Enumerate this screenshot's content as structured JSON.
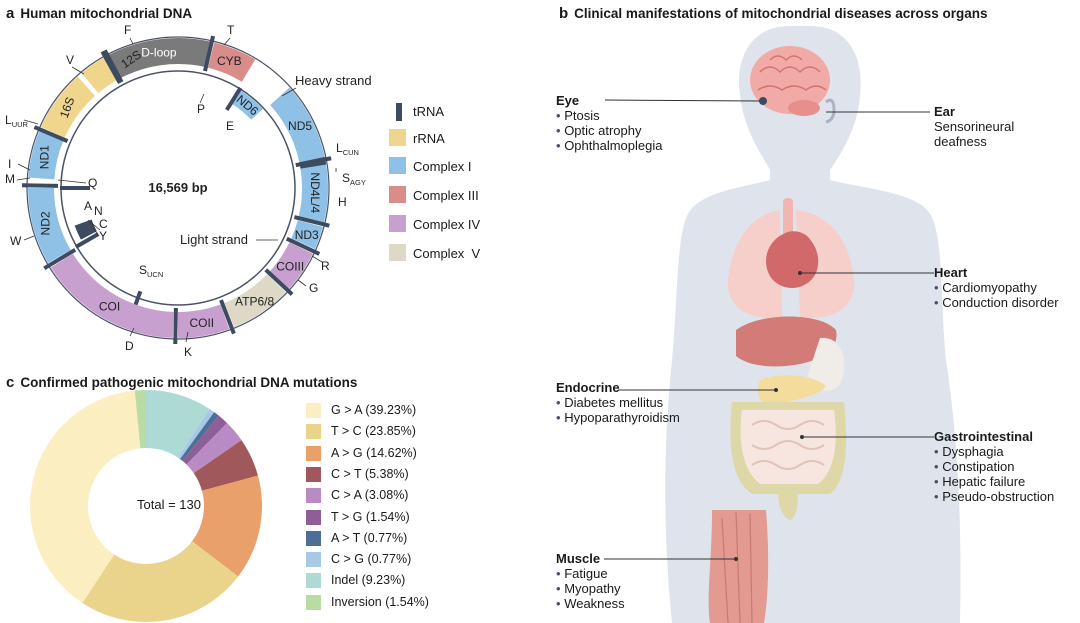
{
  "panel_a": {
    "letter": "a",
    "title": "Human mitochondrial DNA",
    "center_label": "16,569 bp",
    "heavy_strand_label": "Heavy strand",
    "light_strand_label": "Light strand",
    "outer_ring": [
      {
        "label": "D-loop",
        "type": "control"
      },
      {
        "label": "CYB",
        "type": "complex3"
      },
      {
        "label": "ND5",
        "type": "complex1"
      },
      {
        "label": "ND4L/4",
        "type": "complex1"
      },
      {
        "label": "ND3",
        "type": "complex1"
      },
      {
        "label": "COIII",
        "type": "complex4"
      },
      {
        "label": "ATP6/8",
        "type": "complex5"
      },
      {
        "label": "COII",
        "type": "complex4"
      },
      {
        "label": "COI",
        "type": "complex4"
      },
      {
        "label": "ND2",
        "type": "complex1"
      },
      {
        "label": "ND1",
        "type": "complex1"
      },
      {
        "label": "16S",
        "type": "rrna"
      },
      {
        "label": "12S",
        "type": "rrna"
      }
    ],
    "inner_ring": [
      {
        "label": "ND6",
        "type": "complex1"
      }
    ],
    "trna_labels": {
      "F": "F",
      "T": "T",
      "V": "V",
      "P": "P",
      "E": "E",
      "L_main": "L",
      "L_uur_sub": "UUR",
      "L2_main": "L",
      "L_cun_sub": "CUN",
      "S_main": "S",
      "S_agy_sub": "AGY",
      "S2_main": "S",
      "S_ucn_sub": "UCN",
      "H": "H",
      "R": "R",
      "G": "G",
      "K": "K",
      "D": "D",
      "W": "W",
      "I": "I",
      "M": "M",
      "Q": "Q",
      "A": "A",
      "N": "N",
      "C": "C",
      "Y": "Y"
    },
    "legend": [
      {
        "label": "tRNA",
        "color": "#3d4a60",
        "kind": "bar"
      },
      {
        "label": "rRNA",
        "color": "#f0d68c",
        "kind": "box"
      },
      {
        "label": "Complex I",
        "color": "#8fc1e6",
        "kind": "box"
      },
      {
        "label": "Complex III",
        "color": "#d88d8a",
        "kind": "box"
      },
      {
        "label": "Complex IV",
        "color": "#c7a0cf",
        "kind": "box"
      },
      {
        "label": "Complex  V",
        "color": "#ddd9c6",
        "kind": "box"
      }
    ],
    "colors": {
      "control": "#7a7a7a",
      "complex1": "#8fc1e6",
      "complex3": "#d88d8a",
      "complex4": "#c7a0cf",
      "complex5": "#ddd9c6",
      "rrna": "#f0d68c",
      "trna": "#3d4a60",
      "ring_line": "#4a5366"
    }
  },
  "panel_c": {
    "letter": "c",
    "title": "Confirmed pathogenic mitochondrial DNA mutations",
    "center_label": "Total = 130",
    "chart_data": {
      "type": "pie",
      "categories": [
        "G > A",
        "T > C",
        "A > G",
        "C > T",
        "C > A",
        "T > G",
        "A > T",
        "C > G",
        "Indel",
        "Inversion"
      ],
      "values": [
        39.23,
        23.85,
        14.62,
        5.38,
        3.08,
        1.54,
        0.77,
        0.77,
        9.23,
        1.54
      ],
      "legend_labels": [
        "G > A (39.23%)",
        "T > C (23.85%)",
        "A > G (14.62%)",
        "C > T (5.38%)",
        "C > A (3.08%)",
        "T > G (1.54%)",
        "A > T (0.77%)",
        "C > G (0.77%)",
        "Indel (9.23%)",
        "Inversion (1.54%)"
      ],
      "colors": [
        "#fbeec0",
        "#ead38b",
        "#e9a06a",
        "#a0585a",
        "#b98bc4",
        "#8e5e97",
        "#4d6e96",
        "#a8c9e6",
        "#aedad6",
        "#b8dca2"
      ],
      "legend_placement": "right",
      "donut": true
    }
  },
  "panel_b": {
    "letter": "b",
    "title": "Clinical manifestations of mitochondrial diseases across organs",
    "groups": {
      "eye": {
        "title": "Eye",
        "items": [
          "Ptosis",
          "Optic atrophy",
          "Ophthalmoplegia"
        ]
      },
      "ear": {
        "title": "Ear",
        "items": [
          "Sensorineural",
          "deafness"
        ]
      },
      "heart": {
        "title": "Heart",
        "items": [
          "Cardiomyopathy",
          "Conduction disorder"
        ]
      },
      "endocrine": {
        "title": "Endocrine",
        "items": [
          "Diabetes mellitus",
          "Hypoparathyroidism"
        ]
      },
      "gi": {
        "title": "Gastrointestinal",
        "items": [
          "Dysphagia",
          "Constipation",
          "Hepatic failure",
          "Pseudo-obstruction"
        ]
      },
      "muscle": {
        "title": "Muscle",
        "items": [
          "Fatigue",
          "Myopathy",
          "Weakness"
        ]
      }
    },
    "colors": {
      "body": "#dfe4ec",
      "bullet": "#44506a",
      "brain": "#f1aaa6",
      "lung": "#f6cfcb",
      "heart": "#d1686a",
      "liver": "#d27b77",
      "stomach": "#f0ede8",
      "pancreas": "#f3dc9c",
      "intestine_small": "#f7e6df",
      "intestine_large": "#ded8a9",
      "muscle": "#e39a90"
    }
  }
}
